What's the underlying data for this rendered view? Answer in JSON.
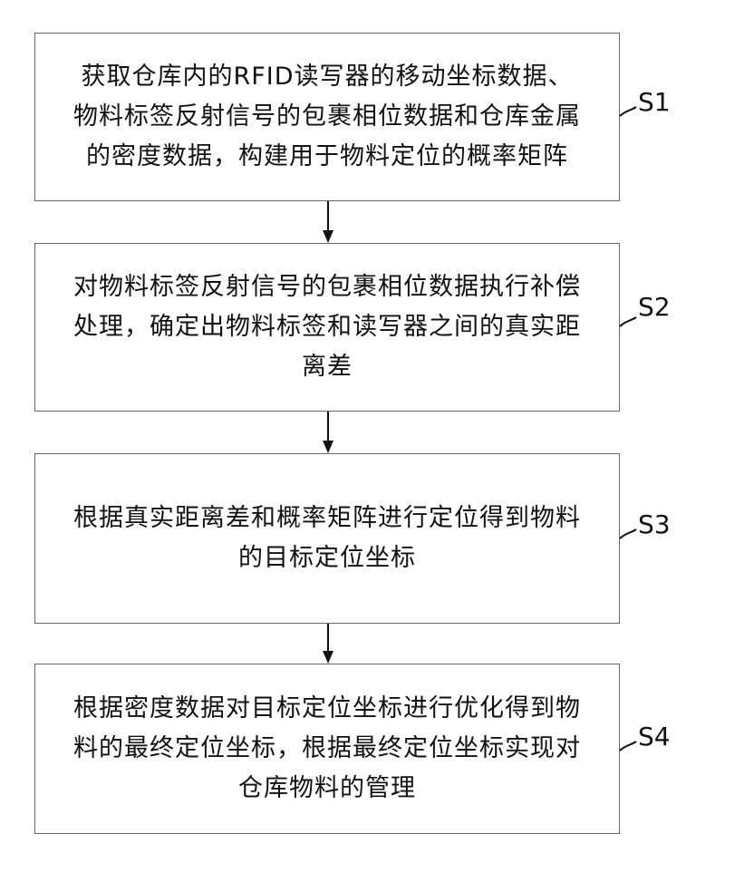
{
  "steps": [
    {
      "label": "S1",
      "text": "获取仓库内的RFID读写器的移动坐标数据、物料标签反射信号的包裹相位数据和仓库金属的密度数据，构建用于物料定位的概率矩阵"
    },
    {
      "label": "S2",
      "text": "对物料标签反射信号的包裹相位数据执行补偿处理，确定出物料标签和读写器之间的真实距离差"
    },
    {
      "label": "S3",
      "text": "根据真实距离差和概率矩阵进行定位得到物料的目标定位坐标"
    },
    {
      "label": "S4",
      "text": "根据密度数据对目标定位坐标进行优化得到物料的最终定位坐标，根据最终定位坐标实现对仓库物料的管理"
    }
  ],
  "colors": {
    "box_border": "#666666",
    "arrow": "#111111",
    "text": "#111111"
  }
}
